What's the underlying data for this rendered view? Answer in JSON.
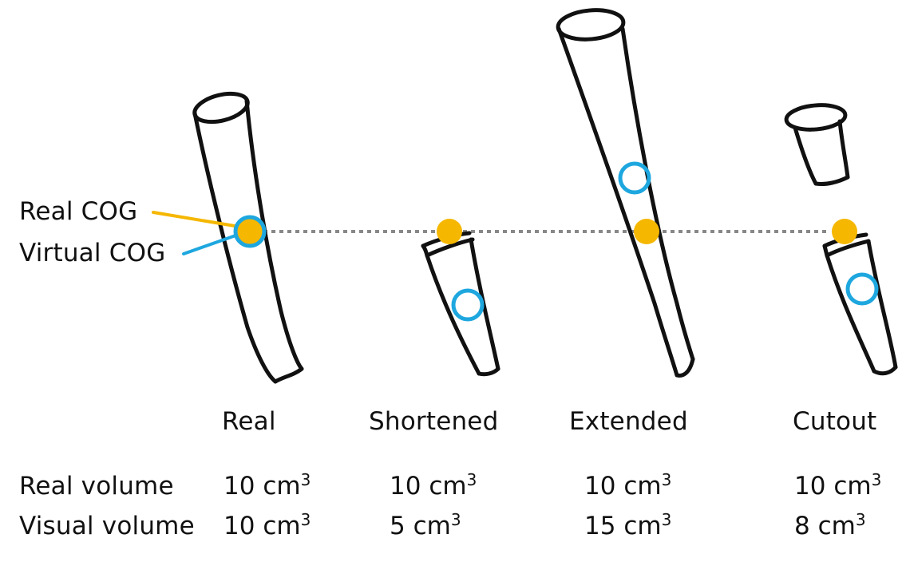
{
  "legend": {
    "real_cog": "Real COG",
    "virtual_cog": "Virtual COG"
  },
  "conditions": [
    "Real",
    "Shortened",
    "Extended",
    "Cutout"
  ],
  "rows": {
    "real_volume_label": "Real volume",
    "visual_volume_label": "Visual volume",
    "unit": "cm",
    "unit_exponent": "3",
    "real_volume": [
      "10",
      "10",
      "10",
      "10"
    ],
    "visual_volume": [
      "10",
      "5",
      "15",
      "8"
    ]
  },
  "colors": {
    "real_cog": "#f5b700",
    "virtual_cog": "#1ea7df",
    "outline": "#111111",
    "reference_line": "#888888"
  }
}
